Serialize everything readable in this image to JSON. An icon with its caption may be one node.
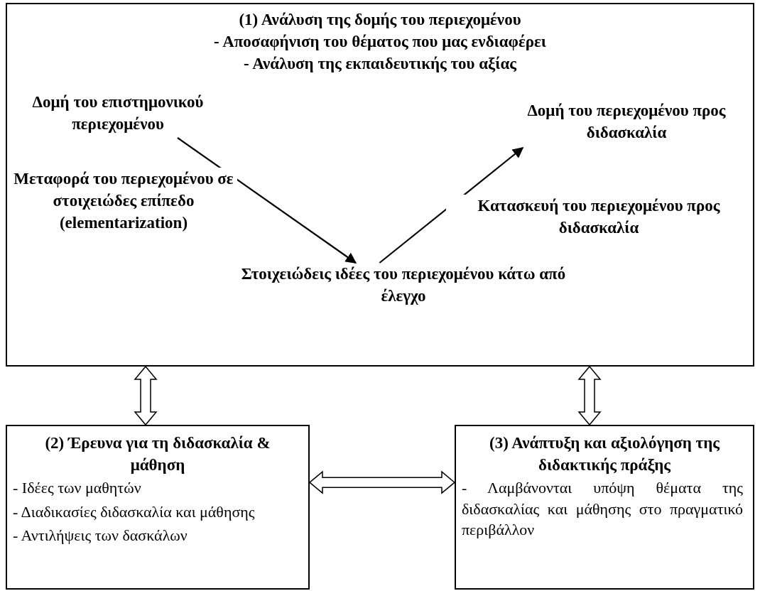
{
  "diagram": {
    "nodes": [
      {
        "text": [
          "(1) Ανάλυση της δομής του περιεχομένου",
          "- Αποσαφήνιση του θέματος που μας ενδιαφέρει",
          "- Ανάλυση της εκπαιδευτικής του αξίας"
        ]
      },
      {
        "text": [
          "Δομή του επιστημονικού περιεχομένου"
        ],
        "in": 0
      },
      {
        "text": [
          "Στοιχειώδεις ιδέες του περιεχομένου κάτω από έλεγχο"
        ],
        "in": 0
      },
      {
        "text": [
          "Δομή του περιεχομένου προς διδασκαλία"
        ],
        "in": 0
      },
      {
        "text": [
          "(2) Έρευνα για τη διδασκαλία & μάθηση",
          "- Ιδέες των μαθητών",
          "- Διαδικασίες διδασκαλία και μάθησης",
          "- Αντιλήψεις των δασκάλων"
        ]
      },
      {
        "text": [
          "(3) Ανάπτυξη και αξιολόγηση της διδακτικής πράξης",
          "- Λαμβάνονται υπόψη θέματα της διδασκαλίας και μάθησης στο πραγματικό περιβάλλον"
        ]
      }
    ],
    "edges": [
      {
        "from": 1,
        "to": 2,
        "arrow": "to",
        "label": "Μεταφορά του περιεχομένου σε στοιχειώδες επίπεδο (elementarization)"
      },
      {
        "from": 2,
        "to": 3,
        "arrow": "to",
        "label": "Κατασκευή του περιεχομένου προς διδασκαλία"
      },
      {
        "from": 0,
        "to": 4,
        "arrow": "both",
        "style": "thick"
      },
      {
        "from": 0,
        "to": 5,
        "arrow": "both",
        "style": "thick"
      },
      {
        "from": 4,
        "to": 5,
        "arrow": "both",
        "style": "thick"
      }
    ]
  }
}
